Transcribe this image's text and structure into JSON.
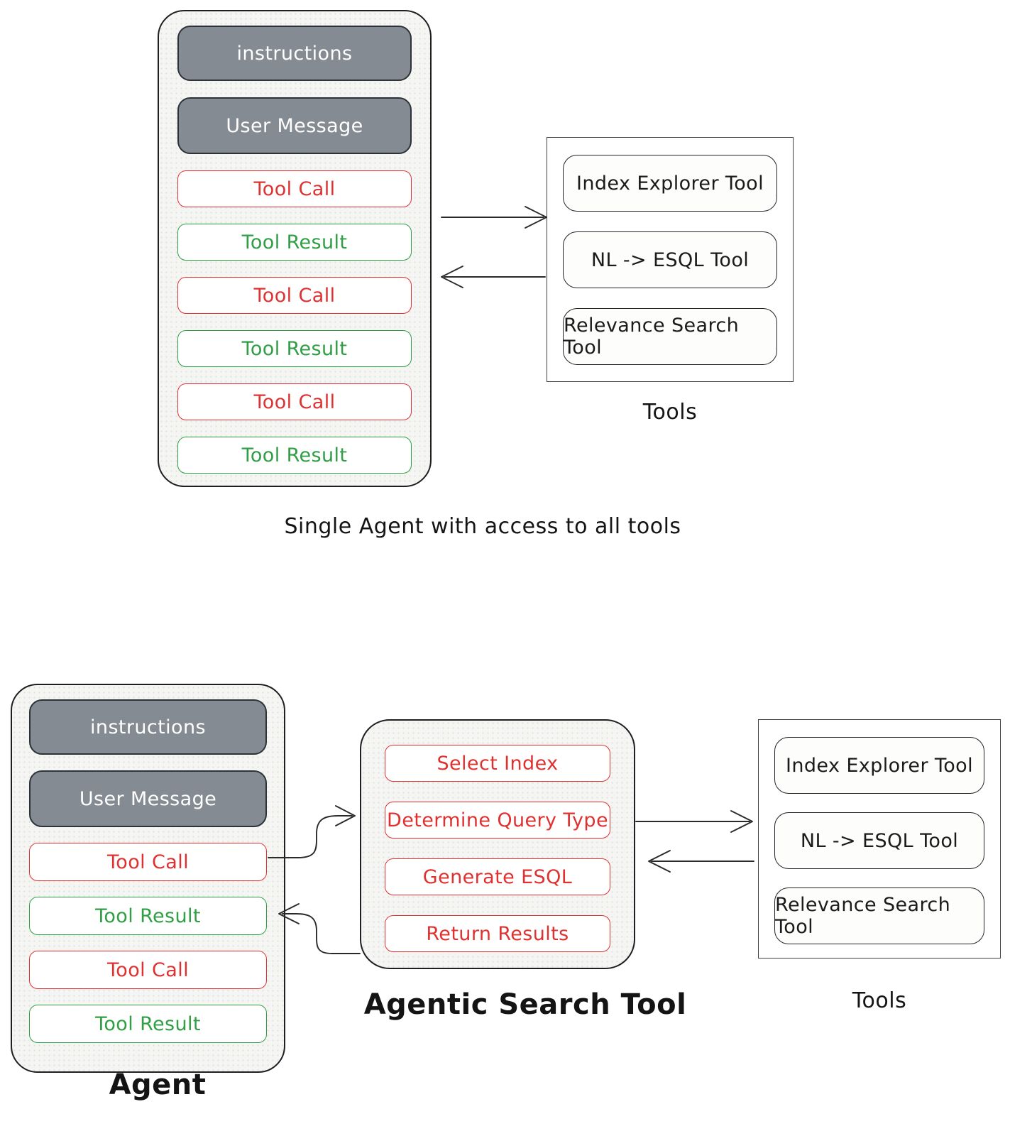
{
  "colors": {
    "tool_call_red": "#e03131",
    "tool_result_green": "#2f9e44",
    "system_gray": "#848b92",
    "panel_bg": "#f5f6f3",
    "ink": "#1e1e1e"
  },
  "top_diagram": {
    "agent": {
      "messages": [
        {
          "label": "instructions",
          "kind": "system"
        },
        {
          "label": "User Message",
          "kind": "system"
        },
        {
          "label": "Tool Call",
          "kind": "call"
        },
        {
          "label": "Tool Result",
          "kind": "result"
        },
        {
          "label": "Tool Call",
          "kind": "call"
        },
        {
          "label": "Tool Result",
          "kind": "result"
        },
        {
          "label": "Tool Call",
          "kind": "call"
        },
        {
          "label": "Tool Result",
          "kind": "result"
        }
      ]
    },
    "tools": {
      "items": [
        {
          "label": "Index Explorer Tool"
        },
        {
          "label": "NL -> ESQL Tool"
        },
        {
          "label": "Relevance Search Tool"
        }
      ],
      "caption": "Tools"
    },
    "caption": "Single Agent with access to all tools"
  },
  "bottom_diagram": {
    "agent": {
      "messages": [
        {
          "label": "instructions",
          "kind": "system"
        },
        {
          "label": "User Message",
          "kind": "system"
        },
        {
          "label": "Tool Call",
          "kind": "call"
        },
        {
          "label": "Tool Result",
          "kind": "result"
        },
        {
          "label": "Tool Call",
          "kind": "call"
        },
        {
          "label": "Tool Result",
          "kind": "result"
        }
      ],
      "caption": "Agent"
    },
    "agentic_search_tool": {
      "steps": [
        {
          "label": "Select Index"
        },
        {
          "label": "Determine Query Type"
        },
        {
          "label": "Generate ESQL"
        },
        {
          "label": "Return Results"
        }
      ],
      "caption": "Agentic Search Tool"
    },
    "tools": {
      "items": [
        {
          "label": "Index Explorer Tool"
        },
        {
          "label": "NL -> ESQL Tool"
        },
        {
          "label": "Relevance Search Tool"
        }
      ],
      "caption": "Tools"
    }
  }
}
